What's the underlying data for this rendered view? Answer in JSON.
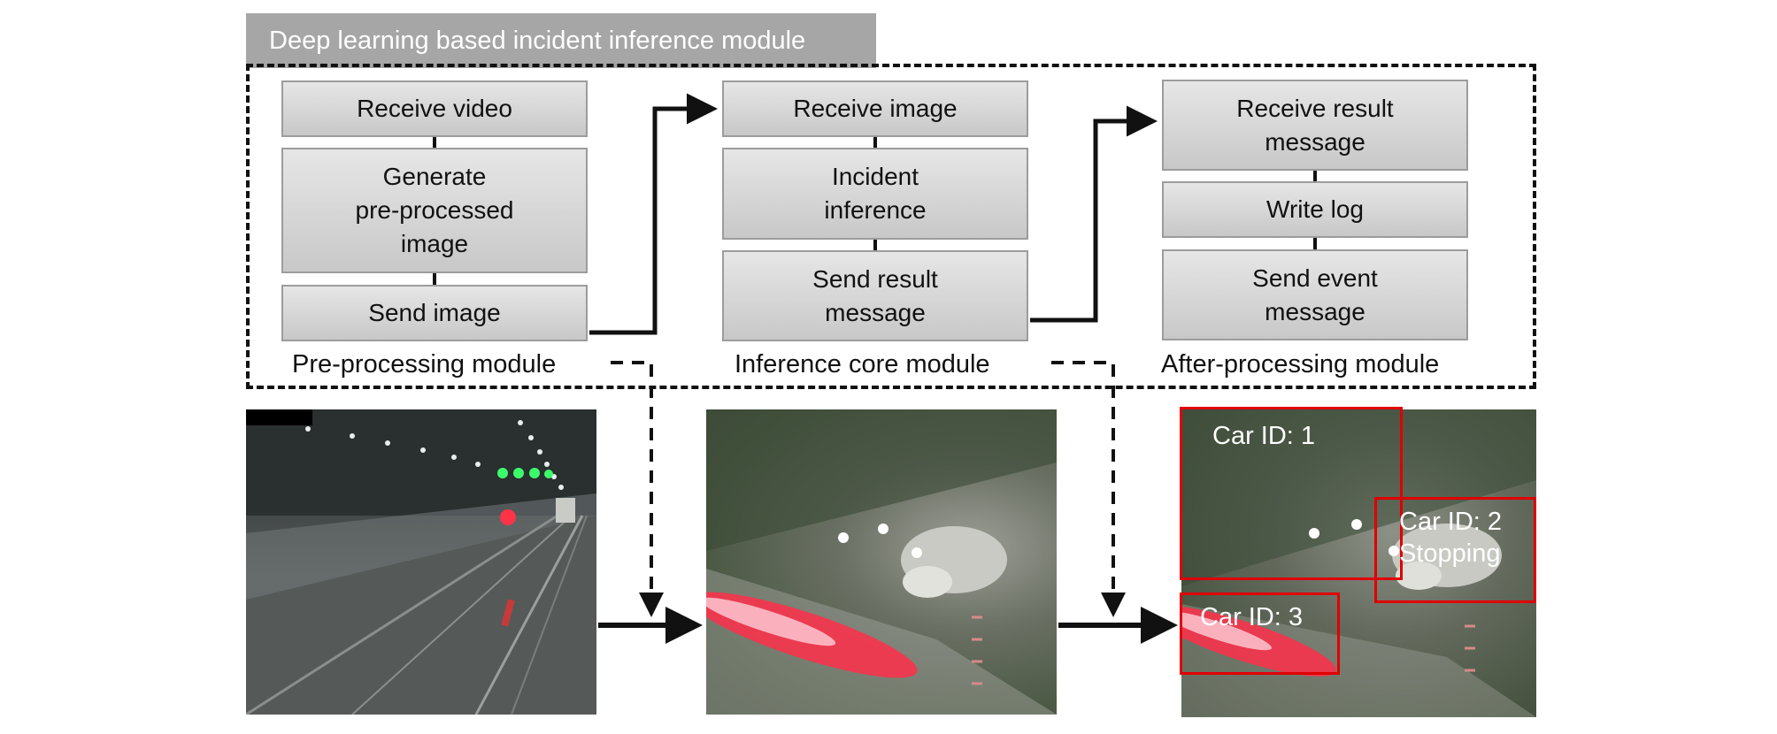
{
  "title": "Deep learning based incident inference module",
  "modules": [
    {
      "label": "Pre-processing module",
      "steps": [
        {
          "lines": [
            "Receive video"
          ]
        },
        {
          "lines": [
            "Generate",
            "pre-processed",
            "image"
          ]
        },
        {
          "lines": [
            "Send image"
          ]
        }
      ]
    },
    {
      "label": "Inference core module",
      "steps": [
        {
          "lines": [
            "Receive image"
          ]
        },
        {
          "lines": [
            "Incident",
            "inference"
          ]
        },
        {
          "lines": [
            "Send result",
            "message"
          ]
        }
      ]
    },
    {
      "label": "After-processing module",
      "steps": [
        {
          "lines": [
            "Receive result",
            "message"
          ]
        },
        {
          "lines": [
            "Write log"
          ]
        },
        {
          "lines": [
            "Send event",
            "message"
          ]
        }
      ]
    }
  ],
  "detections": [
    {
      "lines": [
        "Car ID: 1"
      ]
    },
    {
      "lines": [
        "Car ID: 2",
        "Stopping"
      ]
    },
    {
      "lines": [
        "Car ID: 3"
      ]
    }
  ],
  "colors": {
    "box_border": "#9c9c9c",
    "title_bg": "#a6a6a6",
    "bbox": "#e00000",
    "arrow": "#111111"
  }
}
